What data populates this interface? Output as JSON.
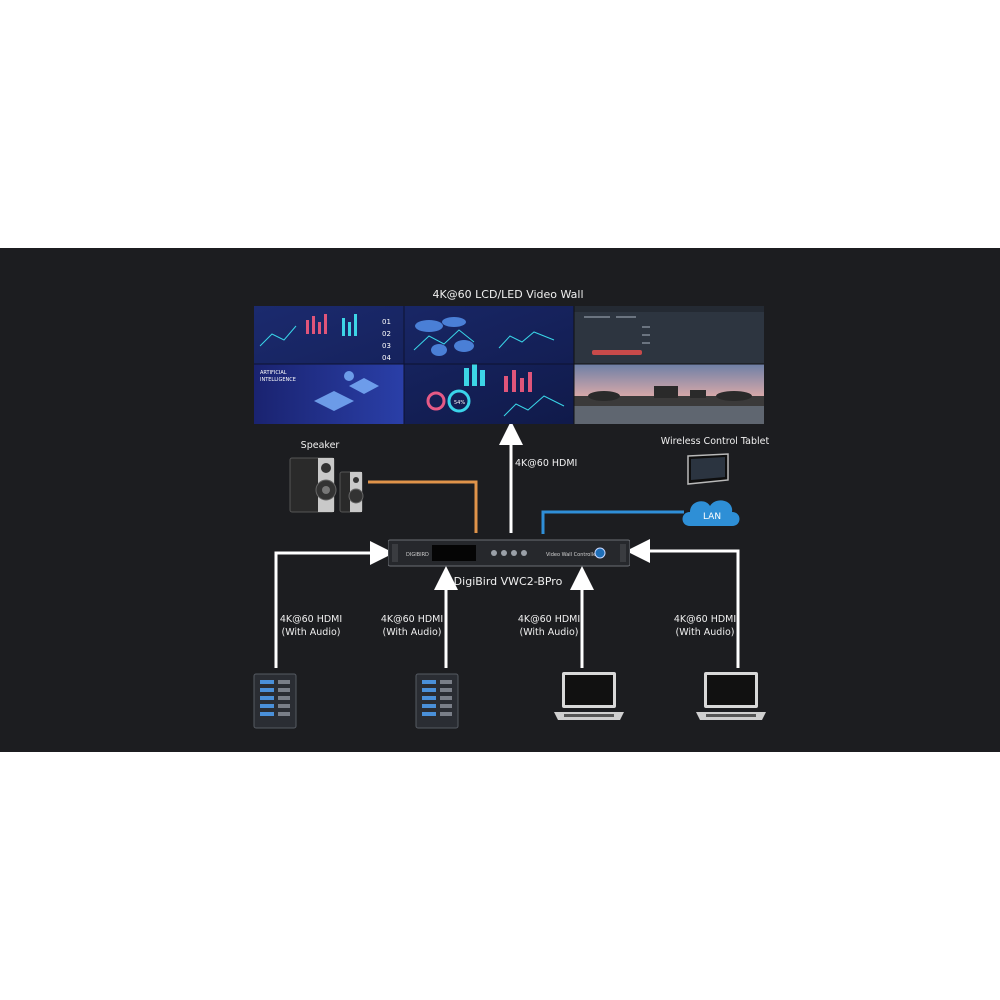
{
  "diagram": {
    "video_wall": {
      "label": "4K@60 LCD/LED Video Wall"
    },
    "speaker": {
      "label": "Speaker"
    },
    "tablet": {
      "label": "Wireless Control Tablet"
    },
    "lan": {
      "label": "LAN"
    },
    "controller": {
      "name": "DigiBird VWC2-BPro",
      "panel_text": "Video Wall Controller",
      "logo_text": "DIGIBIRD"
    },
    "hdmi_out": {
      "label": "4K@60 HDMI"
    },
    "inputs": [
      {
        "line1": "4K@60 HDMI",
        "line2": "(With Audio)",
        "device": "server"
      },
      {
        "line1": "4K@60 HDMI",
        "line2": "(With Audio)",
        "device": "server"
      },
      {
        "line1": "4K@60 HDMI",
        "line2": "(With Audio)",
        "device": "laptop"
      },
      {
        "line1": "4K@60 HDMI",
        "line2": "(With Audio)",
        "device": "laptop"
      }
    ],
    "screen_text": {
      "ai_line1": "ARTIFICIAL",
      "ai_line2": "INTELLIGENCE",
      "stat_labels": [
        "01",
        "02",
        "03",
        "04"
      ],
      "pct": "54%"
    },
    "colors": {
      "background": "#1c1d20",
      "audio_line": "#e0944a",
      "lan_line": "#2f8fd8",
      "arrow": "#ffffff",
      "cloud": "#2e8fd6"
    }
  }
}
